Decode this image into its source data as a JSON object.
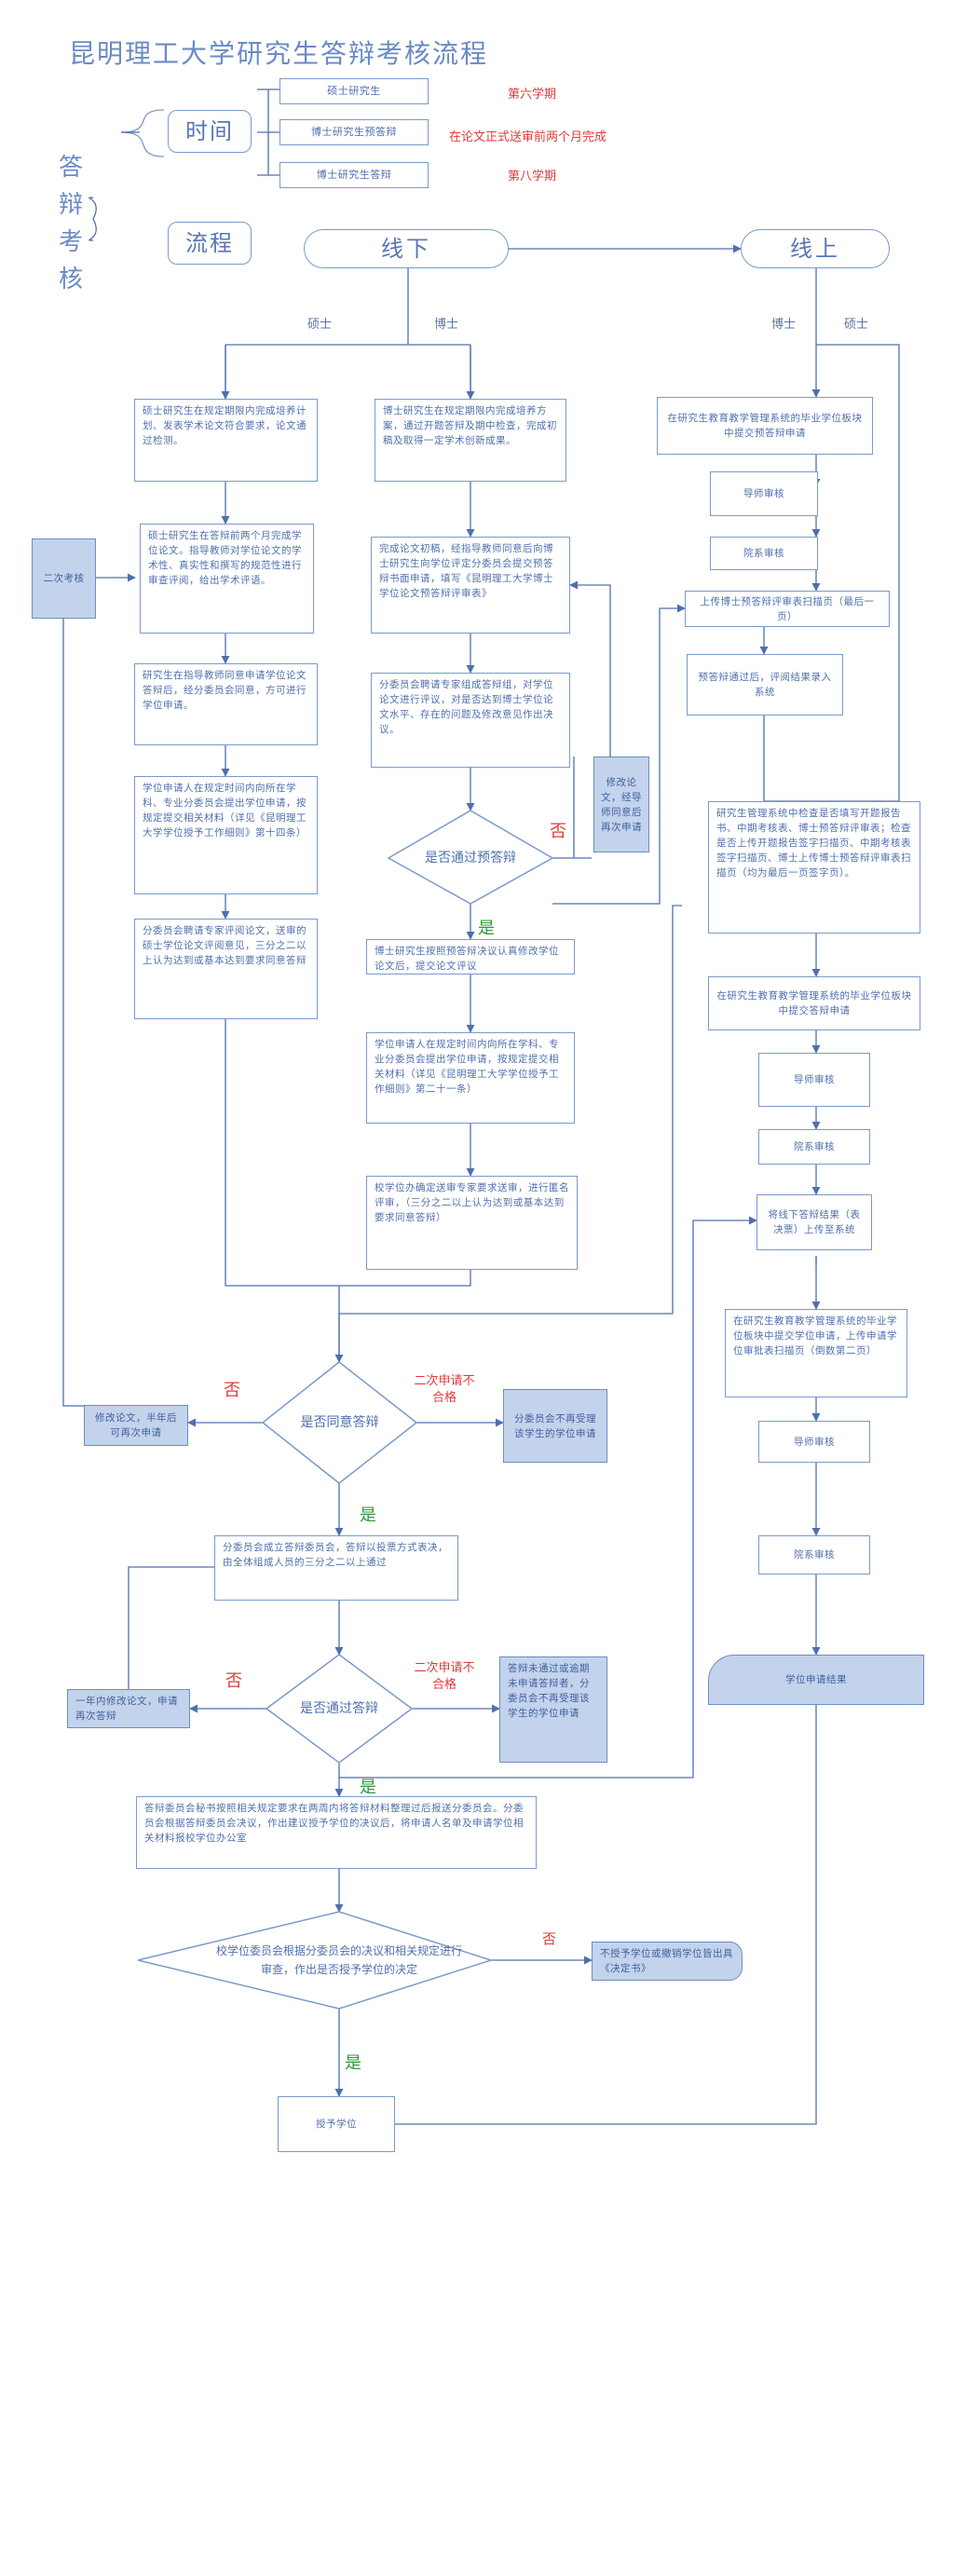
{
  "title": "昆明理工大学研究生答辩考核流程",
  "left_label": "答辩考核",
  "time_label": "时间",
  "flow_label": "流程",
  "time_rows": [
    {
      "name": "硕士研究生",
      "value": "第六学期"
    },
    {
      "name": "博士研究生预答辩",
      "value": "在论文正式送审前两个月完成"
    },
    {
      "name": "博士研究生答辩",
      "value": "第八学期"
    }
  ],
  "offline": "线下",
  "online": "线上",
  "branch": {
    "master": "硕士",
    "doctor": "博士"
  },
  "nodes": {
    "m1": "硕士研究生在规定期限内完成培养计划、发表学术论文符合要求，论文通过检测。",
    "m2": "硕士研究生在答辩前两个月完成学位论文。指导教师对学位论文的学术性、真实性和撰写的规范性进行审查评阅，给出学术评语。",
    "m3": "研究生在指导教师同意申请学位论文答辩后，经分委员会同意，方可进行学位申请。",
    "m4": "学位申请人在规定时间内向所在学科、专业分委员会提出学位申请，按规定提交相关材料（详见《昆明理工大学学位授予工作细则》第十四条）",
    "m5": "分委员会聘请专家评阅论文，送审的硕士学位论文评阅意见，三分之二以上认为达到或基本达到要求同意答辩",
    "second": "二次考核",
    "d1": "博士研究生在规定期限内完成培养方案，通过开题答辩及期中检查，完成初稿及取得一定学术创新成果。",
    "d2": "完成论文初稿，经指导教师同意后向博士研究生向学位评定分委员会提交预答辩书面申请，填写《昆明理工大学博士学位论文预答辩评审表》",
    "d3": "分委员会聘请专家组成答辩组，对学位论文进行评议，对是否达到博士学位论文水平、存在的问题及修改意见作出决议。",
    "d_modify": "修改论文，经导师同意后再次申请",
    "d_pre_q": "是否通过预答辩",
    "d4": "博士研究生按照预答辩决议认真修改学位论文后，提交论文评议",
    "d5": "学位申请人在规定时间内向所在学科、专业分委员会提出学位申请，按规定提交相关材料（详见《昆明理工大学学位授予工作细则》第二十一条）",
    "d6": "校学位办确定送审专家要求送审，进行匿名评审，（三分之二以上认为达到或基本达到要求同意答辩）",
    "agree_q": "是否同意答辩",
    "agree_no": "修改论文，半年后可再次申请",
    "agree_second": "二次申请不合格",
    "agree_second_box": "分委员会不再受理该学生的学位申请",
    "committee": "分委员会成立答辩委员会，答辩以投票方式表决，由全体组成人员的三分之二以上通过",
    "pass_q": "是否通过答辩",
    "pass_no": "一年内修改论文，申请再次答辩",
    "pass_second": "二次申请不合格",
    "pass_second_box": "答辩未通过或逾期未申请答辩者，分委员会不再受理该学生的学位申请",
    "secretary": "答辩委员会秘书按照相关规定要求在两周内将答辩材料整理过后报送分委员会。分委员会根据答辩委员会决议，作出建议授予学位的决议后，将申请人名单及申请学位相关材料报校学位办公室",
    "school_q": "校学位委员会根据分委员会的决议和相关规定进行审查，作出是否授予学位的决定",
    "no_grant": "不授予学位或撤销学位皆出具《决定书》",
    "grant": "授予学位",
    "o1": "在研究生教育教学管理系统的毕业学位板块中提交预答辩申请",
    "o_tutor1": "导师审核",
    "o_dept1": "院系审核",
    "o_upload": "上传博士预答辩评审表扫描页（最后一页）",
    "o_pass_pre": "预答辩通过后，评阅结果录入系统",
    "o_check": "研究生管理系统中检查是否填写开题报告书、中期考核表、博士预答辩评审表；检查是否上传开题报告签字扫描页、中期考核表签字扫描页、博士上传博士预答辩评审表扫描页（均为最后一页签字页）。",
    "o2": "在研究生教育教学管理系统的毕业学位板块中提交答辩申请",
    "o_tutor2": "导师审核",
    "o_dept2": "院系审核",
    "o_result": "将线下答辩结果（表决票）上传至系统",
    "o3": "在研究生教育教学管理系统的毕业学位板块中提交学位申请，上传申请学位审批表扫描页（倒数第二页）",
    "o_tutor3": "导师审核",
    "o_dept3": "院系审核",
    "o_final": "学位申请结果"
  },
  "marks": {
    "yes": "是",
    "no": "否"
  }
}
